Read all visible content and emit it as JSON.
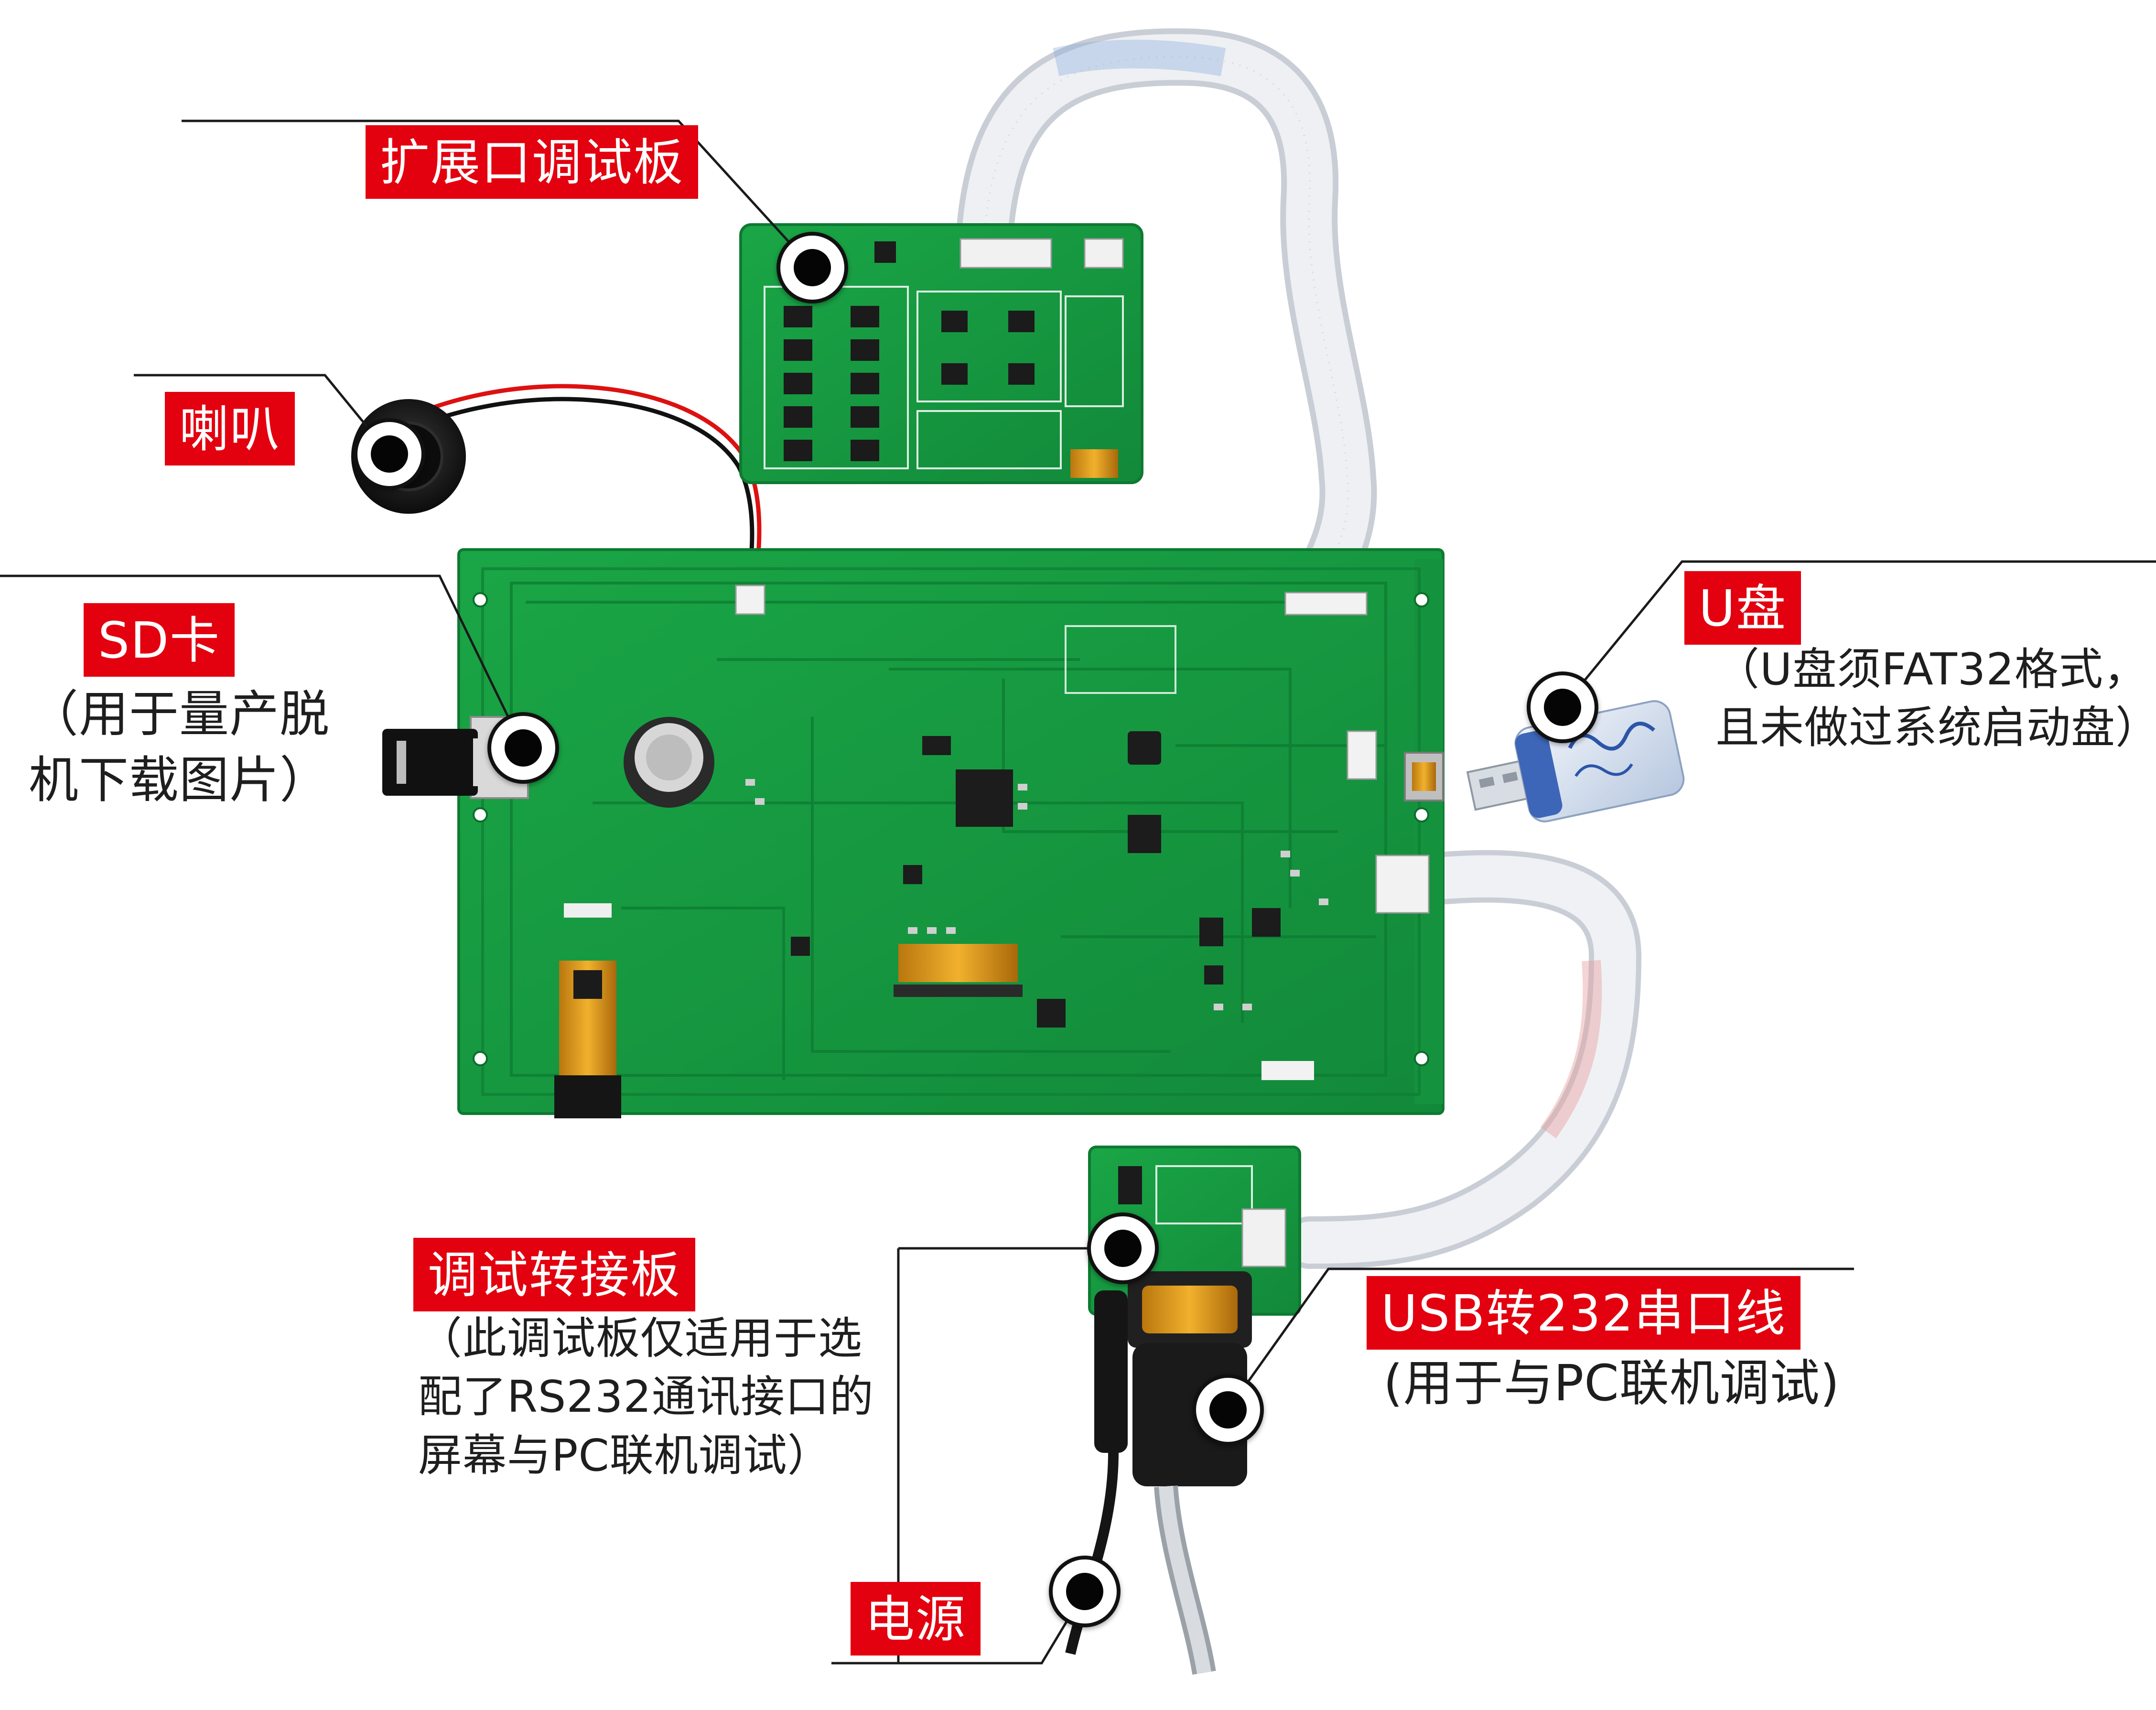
{
  "labels": {
    "expansion_board": {
      "title": "扩展口调试板"
    },
    "speaker": {
      "title": "喇叭"
    },
    "sd_card": {
      "title": "SD卡",
      "note": "（用于量产脱\n机下载图片）"
    },
    "usb_disk": {
      "title": "U盘",
      "note": "（U盘须FAT32格式，\n且未做过系统启动盘）"
    },
    "debug_adapter": {
      "title": "调试转接板",
      "note": "（此调试板仅适用于选\n配了RS232通讯接口的\n屏幕与PC联机调试）"
    },
    "usb_serial": {
      "title": "USB转232串口线",
      "note": "(用于与PC联机调试)"
    },
    "power": {
      "title": "电源"
    }
  },
  "colors": {
    "label_bg": "#e3000f",
    "pcb_green": "#169a3a",
    "pcb_dark": "#0b6e28",
    "cable_white": "#e8eaee"
  }
}
